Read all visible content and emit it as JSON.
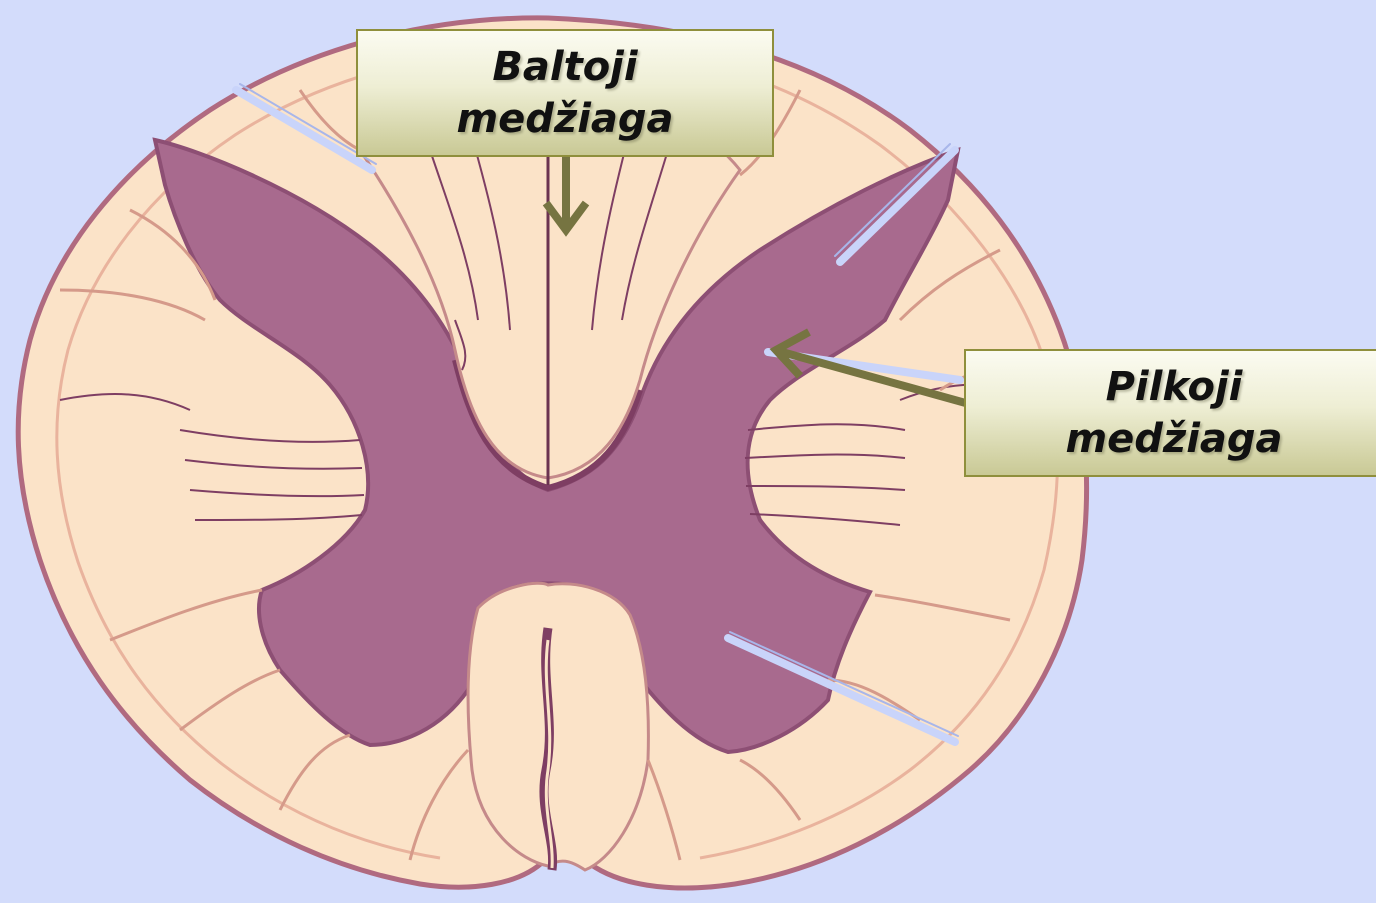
{
  "labels": {
    "white_matter": {
      "line1": "Baltoji",
      "line2": "medžiaga"
    },
    "grey_matter": {
      "line1": "Pilkoji",
      "line2": "medžiaga"
    }
  },
  "colors": {
    "background": "#d3dcfb",
    "white_matter": "#fbe3c8",
    "grey_matter": "#a86a8e",
    "outline": "#b06a80",
    "arrow": "#767441",
    "callout_border": "#8f8f3c"
  },
  "icons": {
    "arrow_white": "arrow-down-icon",
    "arrow_grey": "arrow-left-icon"
  }
}
